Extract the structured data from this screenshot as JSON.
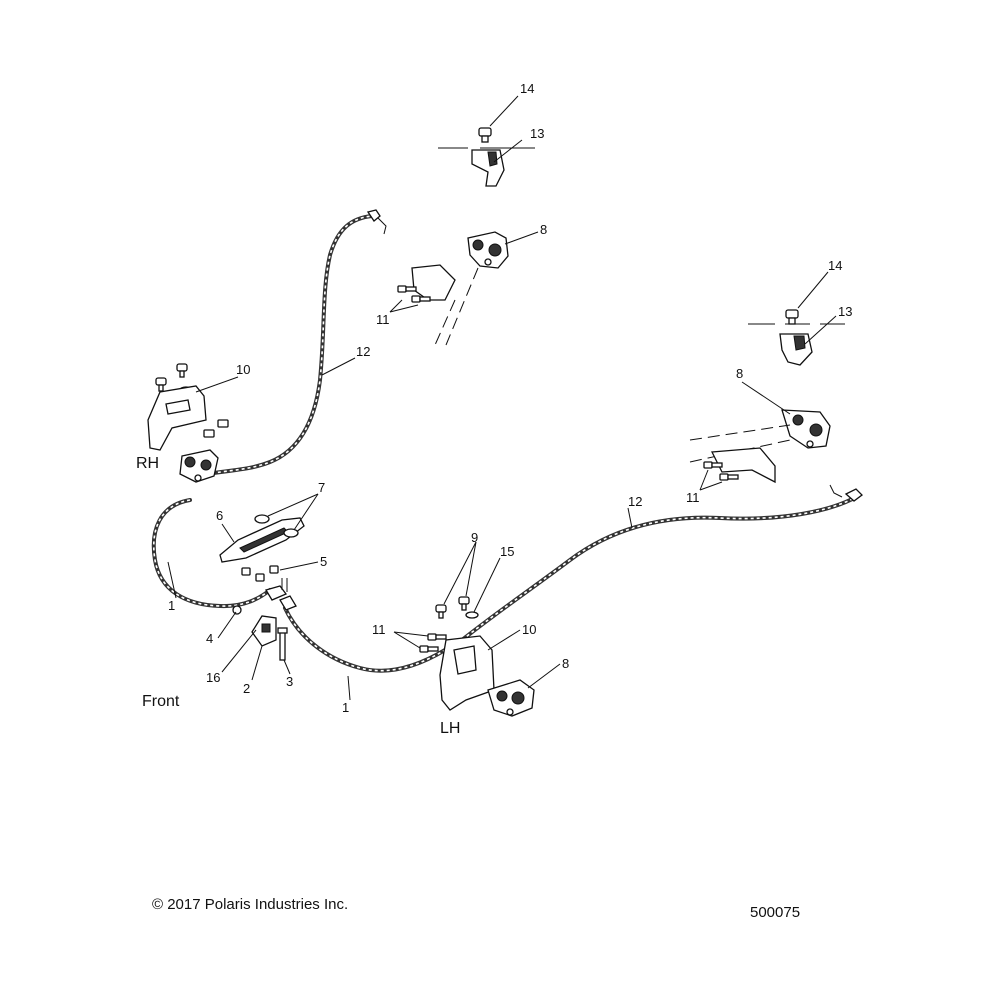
{
  "callouts": {
    "c1a": "1",
    "c1b": "1",
    "c2": "2",
    "c3": "3",
    "c4": "4",
    "c5": "5",
    "c6": "6",
    "c7": "7",
    "c8a": "8",
    "c8b": "8",
    "c8c": "8",
    "c9": "9",
    "c10a": "10",
    "c10b": "10",
    "c11a": "11",
    "c11b": "11",
    "c11c": "11",
    "c12a": "12",
    "c12b": "12",
    "c13a": "13",
    "c13b": "13",
    "c14a": "14",
    "c14b": "14",
    "c15": "15",
    "c16": "16"
  },
  "labels": {
    "rh": "RH",
    "lh": "LH",
    "front": "Front"
  },
  "footer": {
    "copyright": "© 2017 Polaris Industries Inc.",
    "diagram_id": "500075"
  }
}
